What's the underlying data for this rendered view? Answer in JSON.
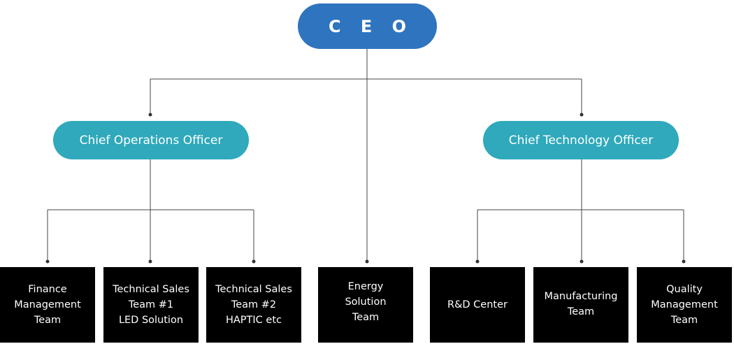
{
  "chart": {
    "ceo": {
      "label": "C E O",
      "color": "#2f74be"
    },
    "officers": [
      {
        "id": "coo",
        "label": "Chief Operations Officer",
        "color": "#2fa9bb"
      },
      {
        "id": "cto",
        "label": "Chief Technology Officer",
        "color": "#2fa9bb"
      }
    ],
    "teams": [
      {
        "id": "finance",
        "reports_to": "coo",
        "lines": [
          "Finance",
          "Management",
          "Team"
        ]
      },
      {
        "id": "sales1",
        "reports_to": "coo",
        "lines": [
          "Technical Sales",
          "Team #1",
          "LED Solution"
        ]
      },
      {
        "id": "sales2",
        "reports_to": "coo",
        "lines": [
          "Technical Sales",
          "Team #2",
          "HAPTIC etc"
        ]
      },
      {
        "id": "energy",
        "reports_to": "ceo",
        "lines": [
          "Energy",
          "Solution",
          "Team"
        ]
      },
      {
        "id": "rnd",
        "reports_to": "cto",
        "lines": [
          "R&D Center"
        ]
      },
      {
        "id": "mfg",
        "reports_to": "cto",
        "lines": [
          "Manufacturing",
          "Team"
        ]
      },
      {
        "id": "quality",
        "reports_to": "cto",
        "lines": [
          "Quality",
          "Management",
          "Team"
        ]
      }
    ],
    "team_color": "#000000",
    "connector_color": "#444444"
  }
}
